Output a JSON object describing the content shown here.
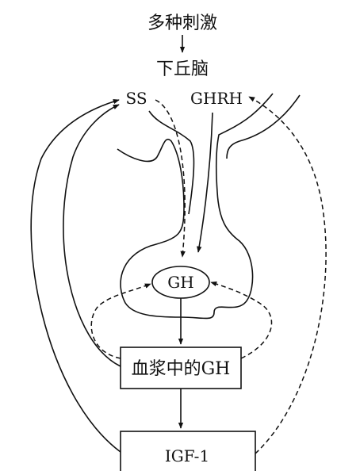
{
  "labels": {
    "stimuli": "多种刺激",
    "hypothalamus": "下丘脑",
    "ss": "SS",
    "ghrh": "GHRH",
    "gh": "GH",
    "plasma_gh": "血浆中的GH",
    "igf1": "IGF-1"
  }
}
